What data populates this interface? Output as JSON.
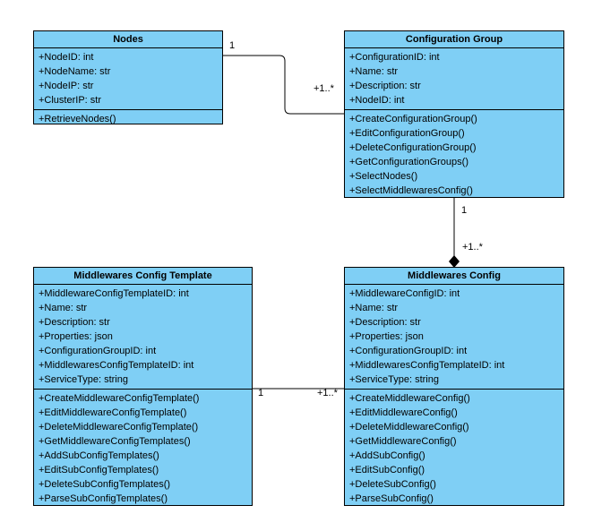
{
  "classes": {
    "nodes": {
      "name": "Nodes",
      "attributes": [
        "+NodeID: int",
        "+NodeName: str",
        "+NodeIP: str",
        "+ClusterIP: str"
      ],
      "methods": [
        "+RetrieveNodes()"
      ]
    },
    "configuration_group": {
      "name": "Configuration Group",
      "attributes": [
        "+ConfigurationID: int",
        "+Name: str",
        "+Description: str",
        "+NodeID: int"
      ],
      "methods": [
        "+CreateConfigurationGroup()",
        "+EditConfigurationGroup()",
        "+DeleteConfigurationGroup()",
        "+GetConfigurationGroups()",
        "+SelectNodes()",
        "+SelectMiddlewaresConfig()"
      ]
    },
    "middlewares_config_template": {
      "name": "Middlewares Config Template",
      "attributes": [
        "+MiddlewareConfigTemplateID: int",
        "+Name: str",
        "+Description: str",
        "+Properties: json",
        "+ConfigurationGroupID: int",
        "+MiddlewaresConfigTemplateID: int",
        "+ServiceType: string"
      ],
      "methods": [
        "+CreateMiddlewareConfigTemplate()",
        "+EditMiddlewareConfigTemplate()",
        "+DeleteMiddlewareConfigTemplate()",
        "+GetMiddlewareConfigTemplates()",
        "+AddSubConfigTemplates()",
        "+EditSubConfigTemplates()",
        "+DeleteSubConfigTemplates()",
        "+ParseSubConfigTemplates()"
      ]
    },
    "middlewares_config": {
      "name": "Middlewares Config",
      "attributes": [
        "+MiddlewareConfigID: int",
        "+Name: str",
        "+Description: str",
        "+Properties: json",
        "+ConfigurationGroupID: int",
        "+MiddlewaresConfigTemplateID: int",
        "+ServiceType: string"
      ],
      "methods": [
        "+CreateMiddlewareConfig()",
        "+EditMiddlewareConfig()",
        "+DeleteMiddlewareConfig()",
        "+GetMiddlewareConfig()",
        "+AddSubConfig()",
        "+EditSubConfig()",
        "+DeleteSubConfig()",
        "+ParseSubConfig()"
      ]
    }
  },
  "associations": {
    "nodes_to_group": {
      "source_multiplicity": "1",
      "target_multiplicity": "+1..*"
    },
    "group_to_config": {
      "source_multiplicity": "1",
      "target_multiplicity": "+1..*",
      "type": "composition"
    },
    "template_to_config": {
      "source_multiplicity": "1",
      "target_multiplicity": "+1..*"
    }
  },
  "colors": {
    "class_fill": "#7fcff5",
    "line": "#000000"
  }
}
